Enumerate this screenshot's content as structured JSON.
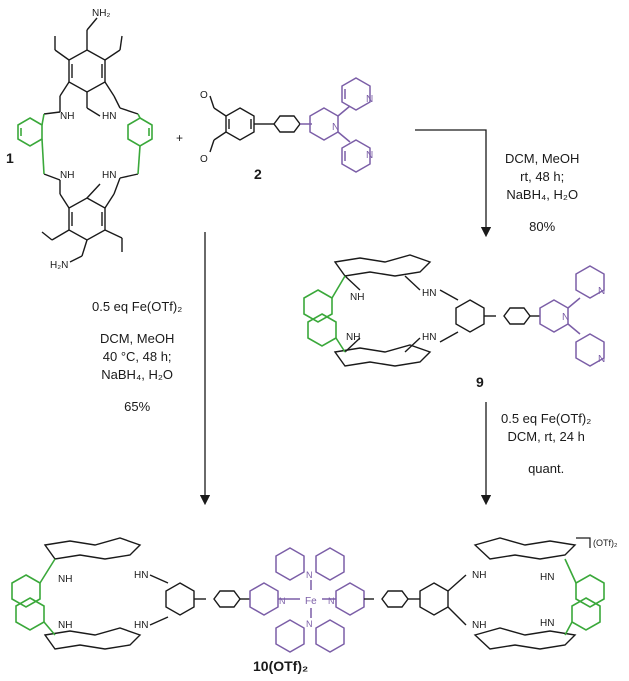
{
  "compounds": {
    "c1": "1",
    "c2": "2",
    "c9": "9",
    "c10": "10(OTf)₂"
  },
  "plus": "+",
  "charge": "(OTf)₂",
  "conditions": {
    "a": [
      "DCM, MeOH",
      "rt, 48 h;",
      "NaBH₄, H₂O",
      "80%"
    ],
    "b": [
      "0.5 eq Fe(OTf)₂",
      "DCM, MeOH",
      "40 °C, 48 h;",
      "NaBH₄, H₂O",
      "65%"
    ],
    "c": [
      "0.5 eq Fe(OTf)₂",
      "DCM, rt, 24 h",
      "quant."
    ]
  },
  "atoms": {
    "nh2": "NH₂",
    "nh": "NH",
    "hn": "HN",
    "h2n": "H₂N",
    "n": "N",
    "o": "O",
    "fe": "Fe"
  },
  "colors": {
    "black": "#1a1a1a",
    "green": "#3aa83a",
    "purple": "#7b5ea7"
  }
}
